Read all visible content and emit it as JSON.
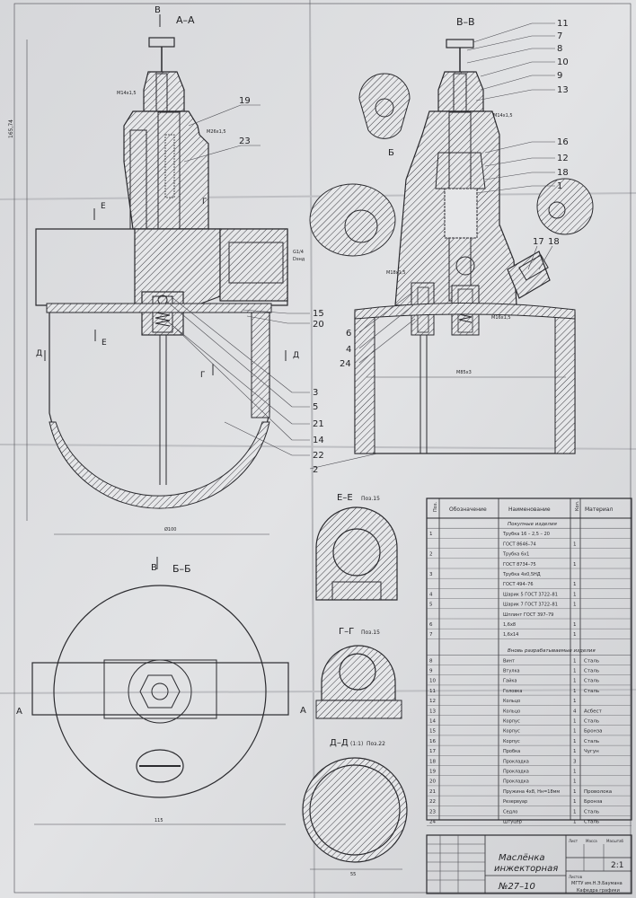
{
  "sections": {
    "aa": "А–А",
    "aa_cut": "В",
    "bb": "Б–Б",
    "vv": "В–В",
    "ee": "Е–Е",
    "ee_pos": "Поз.15",
    "gg": "Г–Г",
    "gg_pos": "Поз.15",
    "dd": "Д–Д",
    "dd_scale": "(1:1)",
    "dd_pos": "Поз.22"
  },
  "cut_marks": {
    "b1": "Б",
    "e1": "Е",
    "e2": "Е",
    "g1": "Г",
    "g2": "Г",
    "d1": "Д",
    "d2": "Д",
    "a1": "А",
    "a2": "А",
    "v2": "В"
  },
  "threads": {
    "t1": "М14х1,5",
    "t2": "М26х1,5",
    "t3": "М14х1,5",
    "t4": "М18х1,5",
    "t5": "М16х1,5",
    "t6": "М85х3",
    "t7": "G1/4",
    "t8": "Dзнд"
  },
  "dimensions": {
    "height": "165,74",
    "d100": "Ø100",
    "w115": "115",
    "d55": "55"
  },
  "leaders_aa": [
    "19",
    "23",
    "15",
    "20",
    "3",
    "5",
    "21",
    "14",
    "22",
    "2"
  ],
  "leaders_vv_top": [
    "11",
    "7",
    "8",
    "10",
    "9",
    "13",
    "16",
    "12",
    "18",
    "1"
  ],
  "leaders_vv_left": [
    "6",
    "4",
    "24"
  ],
  "leaders_vv_small": [
    "17",
    "18"
  ],
  "table": {
    "headers": [
      "Поз.",
      "Обозначение",
      "Наименование",
      "Кол.",
      "Материал"
    ],
    "section_bought": "Покупные изделия",
    "section_custom": "Вновь разрабатываемые изделия",
    "rows": [
      {
        "pos": "1",
        "name": "Трубка 16 – 2,5 – 20",
        "qty": "",
        "mat": ""
      },
      {
        "pos": "",
        "name": "ГОСТ 8646–74",
        "qty": "1",
        "mat": ""
      },
      {
        "pos": "2",
        "name": "Трубка 6х1",
        "qty": "",
        "mat": ""
      },
      {
        "pos": "",
        "name": "ГОСТ 8734–75",
        "qty": "1",
        "mat": ""
      },
      {
        "pos": "3",
        "name": "Трубка 4х0,5НД",
        "qty": "",
        "mat": ""
      },
      {
        "pos": "",
        "name": "ГОСТ 494–76",
        "qty": "1",
        "mat": ""
      },
      {
        "pos": "4",
        "name": "Шарик 5 ГОСТ 3722–81",
        "qty": "1",
        "mat": ""
      },
      {
        "pos": "5",
        "name": "Шарик 7 ГОСТ 3722–81",
        "qty": "1",
        "mat": ""
      },
      {
        "pos": "",
        "name": "Шплинт ГОСТ 397–79",
        "qty": "",
        "mat": ""
      },
      {
        "pos": "6",
        "name": "1,6х8",
        "qty": "1",
        "mat": ""
      },
      {
        "pos": "7",
        "name": "1,6х14",
        "qty": "1",
        "mat": ""
      },
      {
        "pos": "8",
        "name": "Винт",
        "qty": "1",
        "mat": "Сталь"
      },
      {
        "pos": "9",
        "name": "Втулка",
        "qty": "1",
        "mat": "Сталь"
      },
      {
        "pos": "10",
        "name": "Гайка",
        "qty": "1",
        "mat": "Сталь"
      },
      {
        "pos": "11",
        "name": "Головка",
        "qty": "1",
        "mat": "Сталь"
      },
      {
        "pos": "12",
        "name": "Кольцо",
        "qty": "1",
        "mat": ""
      },
      {
        "pos": "13",
        "name": "Кольцо",
        "qty": "4",
        "mat": "Асбест"
      },
      {
        "pos": "14",
        "name": "Корпус",
        "qty": "1",
        "mat": "Сталь"
      },
      {
        "pos": "15",
        "name": "Корпус",
        "qty": "1",
        "mat": "Бронза"
      },
      {
        "pos": "16",
        "name": "Корпус",
        "qty": "1",
        "mat": "Сталь"
      },
      {
        "pos": "17",
        "name": "Пробка",
        "qty": "1",
        "mat": "Чугун"
      },
      {
        "pos": "18",
        "name": "Прокладка",
        "qty": "3",
        "mat": ""
      },
      {
        "pos": "19",
        "name": "Прокладка",
        "qty": "1",
        "mat": ""
      },
      {
        "pos": "20",
        "name": "Прокладка",
        "qty": "1",
        "mat": ""
      },
      {
        "pos": "21",
        "name": "Пружина 4х8, Hн=18мм",
        "qty": "1",
        "mat": "Проволока"
      },
      {
        "pos": "22",
        "name": "Резервуар",
        "qty": "1",
        "mat": "Бронза"
      },
      {
        "pos": "23",
        "name": "Седло",
        "qty": "1",
        "mat": "Сталь"
      },
      {
        "pos": "24",
        "name": "Штуцер",
        "qty": "1",
        "mat": "Сталь"
      }
    ]
  },
  "title_block": {
    "name_line1": "Маслёнка",
    "name_line2": "инжекторная",
    "doc_no": "№27–10",
    "scale": "2:1",
    "org_line1": "МГТУ им.Н.Э.Баумана",
    "org_line2": "Кафедра графики",
    "sheet_label": "Лист",
    "mass_label": "Масса",
    "scale_label": "Масштаб",
    "sheets_label": "Листов"
  }
}
